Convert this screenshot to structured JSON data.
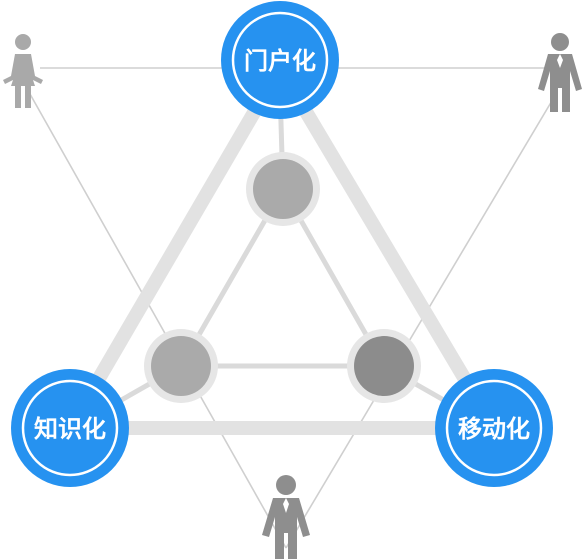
{
  "nodes": {
    "top": {
      "label": "门户化"
    },
    "left": {
      "label": "知识化"
    },
    "right": {
      "label": "移动化"
    }
  },
  "colors": {
    "node_fill": "#2692f0",
    "node_ring": "#ffffff",
    "frame_stroke": "#e2e2e2",
    "inner_stroke": "#dadada",
    "thin_line": "#cfcfcf",
    "hub_light": "#aaaaaa",
    "hub_dark": "#8c8c8c",
    "hub_ring": "#e6e6e6",
    "person_light": "#a9a9a9",
    "person_dark": "#8e8e8e"
  },
  "icons": {
    "top_left": "female-user-icon",
    "top_right": "male-user-icon",
    "bottom": "male-user-icon",
    "hubs": "circle-icon"
  }
}
